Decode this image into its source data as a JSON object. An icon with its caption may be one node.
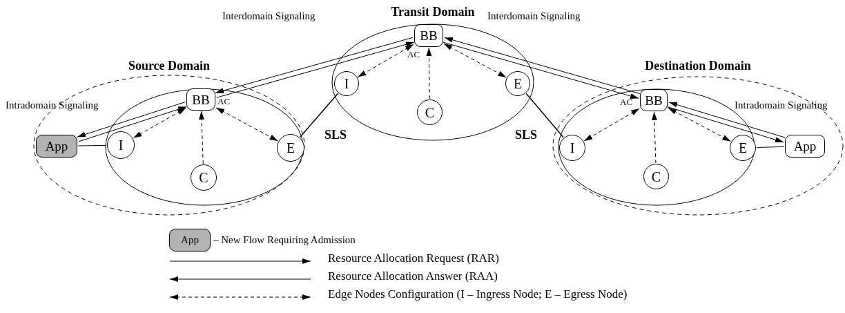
{
  "diagram": {
    "nodes": [
      {
        "text": [
          "Source Domain"
        ]
      },
      {
        "text": [],
        "shape": "ellipse",
        "in": 0
      },
      {
        "text": [
          "App"
        ],
        "in": 0
      },
      {
        "text": [
          "BB"
        ],
        "in": 1,
        "beside": [
          "AC"
        ]
      },
      {
        "text": [
          "I"
        ],
        "in": 1
      },
      {
        "text": [
          "C"
        ],
        "in": 1
      },
      {
        "text": [
          "E"
        ],
        "in": 1
      },
      {
        "text": [
          "Transit Domain"
        ]
      },
      {
        "text": [
          "BB"
        ],
        "in": 7,
        "beside": [
          "AC"
        ]
      },
      {
        "text": [
          "I"
        ],
        "in": 7
      },
      {
        "text": [
          "C"
        ],
        "in": 7
      },
      {
        "text": [
          "E"
        ],
        "in": 7
      },
      {
        "text": [
          "Destination Domain"
        ]
      },
      {
        "text": [],
        "shape": "ellipse",
        "in": 12
      },
      {
        "text": [
          "BB"
        ],
        "in": 13,
        "beside": [
          "AC"
        ]
      },
      {
        "text": [
          "I"
        ],
        "in": 13
      },
      {
        "text": [
          "C"
        ],
        "in": 13
      },
      {
        "text": [
          "E"
        ],
        "in": 13
      },
      {
        "text": [
          "App"
        ],
        "in": 12
      }
    ],
    "edges": [
      {
        "from": 2,
        "to": 3,
        "arrow": "to"
      },
      {
        "from": 3,
        "to": 2,
        "arrow": "to"
      },
      {
        "from": 2,
        "to": 4,
        "arrow": "none"
      },
      {
        "from": 3,
        "to": 4,
        "arrow": "both",
        "style": "dashed"
      },
      {
        "from": 5,
        "to": 3,
        "arrow": "to",
        "style": "dashed"
      },
      {
        "from": 3,
        "to": 6,
        "arrow": "both",
        "style": "dashed"
      },
      {
        "from": 3,
        "to": 8,
        "arrow": "to"
      },
      {
        "from": 8,
        "to": 3,
        "arrow": "to"
      },
      {
        "from": 6,
        "to": 9,
        "arrow": "none",
        "label": "SLS"
      },
      {
        "from": 8,
        "to": 9,
        "arrow": "both",
        "style": "dashed"
      },
      {
        "from": 10,
        "to": 8,
        "arrow": "to",
        "style": "dashed"
      },
      {
        "from": 8,
        "to": 11,
        "arrow": "both",
        "style": "dashed"
      },
      {
        "from": 8,
        "to": 14,
        "arrow": "to"
      },
      {
        "from": 14,
        "to": 8,
        "arrow": "to"
      },
      {
        "from": 11,
        "to": 15,
        "arrow": "none",
        "label": "SLS"
      },
      {
        "from": 14,
        "to": 15,
        "arrow": "both",
        "style": "dashed"
      },
      {
        "from": 16,
        "to": 14,
        "arrow": "to",
        "style": "dashed"
      },
      {
        "from": 14,
        "to": 17,
        "arrow": "both",
        "style": "dashed"
      },
      {
        "from": 14,
        "to": 18,
        "arrow": "to"
      },
      {
        "from": 18,
        "to": 14,
        "arrow": "to"
      },
      {
        "from": 17,
        "to": 18,
        "arrow": "none"
      }
    ],
    "labels": [
      "Interdomain Signaling",
      "Interdomain Signaling",
      "Intradomain Signaling",
      "Intradomain Signaling",
      "App"
    ],
    "legend": [
      {
        "text": "– New Flow Requiring Admission",
        "color": "#b3b3b3"
      },
      {
        "text": "Resource Allocation Request (RAR)"
      },
      {
        "text": "Resource Allocation Answer (RAA)"
      },
      {
        "text": "Edge Nodes Configuration (I – Ingress Node; E – Egress Node)"
      }
    ]
  }
}
